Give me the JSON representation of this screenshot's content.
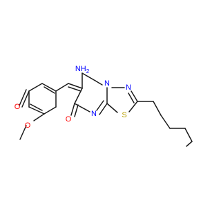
{
  "molecule": {
    "atoms": {
      "oxo_left": {
        "text": "O",
        "color": "#ff0000"
      },
      "methoxy_o": {
        "text": "O",
        "color": "#ff0000"
      },
      "amino": {
        "text": "NH",
        "sub": "2",
        "color": "#0000ff"
      },
      "n_bridge": {
        "text": "N",
        "color": "#0000ff"
      },
      "n_ring": {
        "text": "N",
        "color": "#0000ff"
      },
      "n_pyr": {
        "text": "N",
        "color": "#0000ff"
      },
      "sulfur": {
        "text": "S",
        "color": "#b8a000"
      },
      "oxo_ring": {
        "text": "O",
        "color": "#ff0000"
      }
    }
  }
}
